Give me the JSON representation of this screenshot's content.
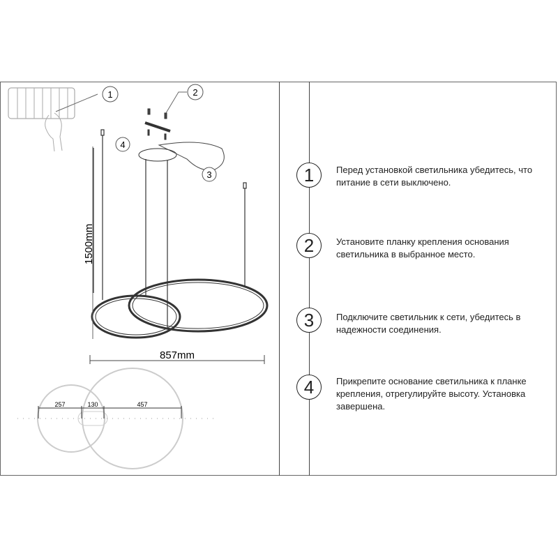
{
  "diagram": {
    "callouts": [
      "1",
      "2",
      "3",
      "4"
    ],
    "height_dimension": "1500mm",
    "width_dimension": "857mm",
    "plan_dimensions": [
      "257",
      "130",
      "457"
    ]
  },
  "steps": [
    {
      "number": "1",
      "text": "Перед установкой светильника убедитесь, что питание в сети выключено."
    },
    {
      "number": "2",
      "text": "Установите планку крепления основания светильника в выбранное место."
    },
    {
      "number": "3",
      "text": "Подключите светильник к сети, убедитесь в надежности соединения."
    },
    {
      "number": "4",
      "text": "Прикрепите основание светильника к планке крепления, отрегулируйте высоту. Установка завершена."
    }
  ]
}
